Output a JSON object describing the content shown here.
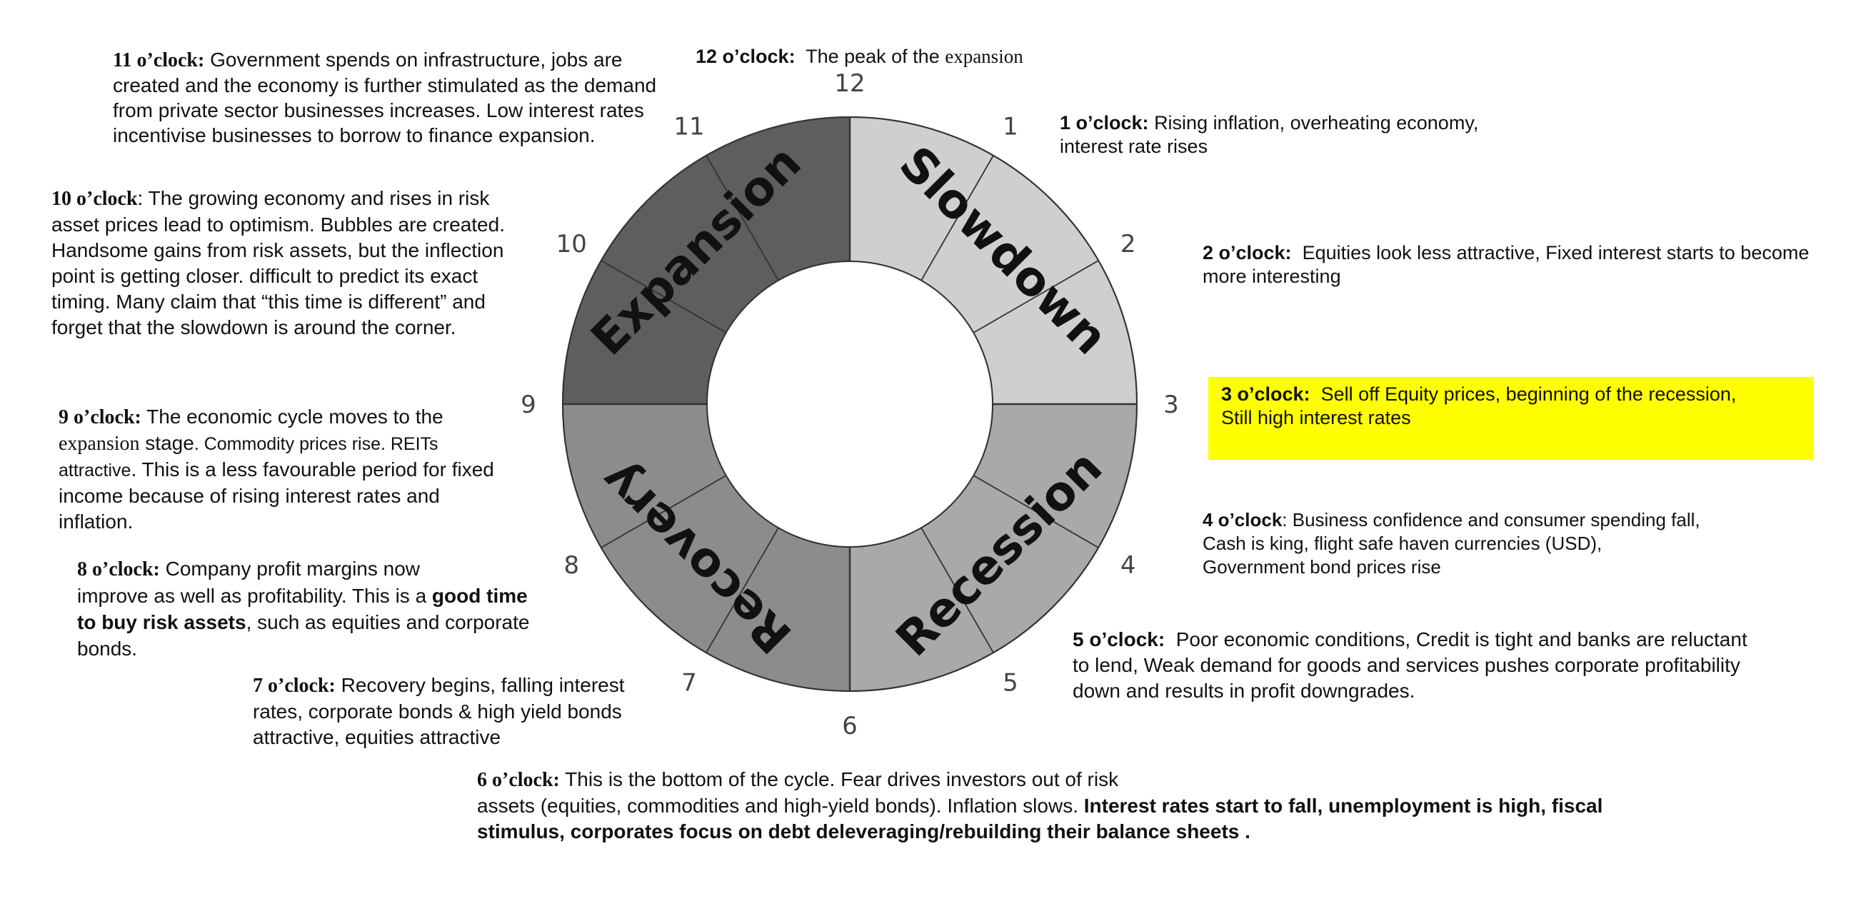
{
  "wheel": {
    "hours": [
      "12",
      "1",
      "2",
      "3",
      "4",
      "5",
      "6",
      "7",
      "8",
      "9",
      "10",
      "11"
    ],
    "phases": [
      {
        "label": "Slowdown",
        "color": "#cfcfcf"
      },
      {
        "label": "Recession",
        "color": "#a9a9a9"
      },
      {
        "label": "Recovery",
        "color": "#8c8c8c"
      },
      {
        "label": "Expansion",
        "color": "#5e5e5e"
      }
    ],
    "inner_color": "#ffffff",
    "stroke_color": "#333333"
  },
  "notes": {
    "n12": {
      "head": "12 o’clock:",
      "text1": "The peak of the ",
      "text2": "expansion"
    },
    "n1": {
      "head": "1 o’clock:",
      "text": "Rising inflation, overheating economy,",
      "text_b": "interest rate rises"
    },
    "n2": {
      "head": "2 o’clock:",
      "text": "Equities look less attractive, Fixed interest starts to become",
      "text_b": "more interesting"
    },
    "n3": {
      "head": "3 o’clock:",
      "text": "Sell off Equity prices, beginning of the recession,",
      "text_b": "Still high interest rates"
    },
    "n4": {
      "head": "4 o’clock",
      "text": ": Business confidence and consumer spending fall,",
      "text_b": "Cash is king, flight safe haven currencies (USD),",
      "text_c": "Government bond prices rise"
    },
    "n5": {
      "head": "5 o’clock:",
      "text": "Poor economic conditions, Credit is tight and banks are reluctant",
      "text_b": "to lend,  Weak demand for goods and services pushes corporate profitability",
      "text_c": "down and results in profit downgrades."
    },
    "n6": {
      "head": "6 o’clock:",
      "text": "This is the bottom of the cycle. Fear drives investors out of risk",
      "text_b": "assets (equities, commodities and high-yield bonds). Inflation slows. ",
      "bold1": "Interest rates start to fall, unemployment is high, fiscal",
      "bold2": "stimulus, corporates focus on debt deleveraging/rebuilding their balance sheets ."
    },
    "n7": {
      "head": "7 o’clock:",
      "text": "Recovery begins, falling interest",
      "text_b": "rates, corporate bonds & high yield bonds",
      "text_c": "attractive, equities attractive"
    },
    "n8": {
      "head": "8 o’clock:",
      "text": "Company profit margins now",
      "text_b": "improve as well as profitability. This is a ",
      "bold1": "good time",
      "bold2": "to buy risk assets",
      "text_c": ", such as equities and corporate",
      "text_d": "bonds."
    },
    "n9": {
      "head": "9 o’clock:",
      "text": "The economic cycle moves to the",
      "serif_word": "expansion",
      "text_b": " stage",
      "small_b": ". Commodity prices rise. REITs",
      "small_c": "attractive",
      "text_c": ". This is a less favourable period for fixed",
      "text_d": "income because of rising interest rates and",
      "text_e": "inflation."
    },
    "n10": {
      "head": "10 o’clock",
      "text": ": The growing economy and rises in risk",
      "text_b": "asset prices lead to optimism. Bubbles are created.",
      "text_c": "Handsome gains from risk assets, but the inflection",
      "text_d": "point is getting closer. difficult to predict its exact",
      "text_e": "timing. Many claim that “this time is different” and",
      "text_f": "forget that the slowdown is around the corner."
    },
    "n11": {
      "head": "11 o’clock:",
      "text": "Government spends on infrastructure, jobs are",
      "text_b": "created and the economy is further stimulated as the demand",
      "text_c": "from private sector businesses increases. Low interest rates",
      "text_d": "incentivise businesses to borrow to finance expansion."
    }
  }
}
